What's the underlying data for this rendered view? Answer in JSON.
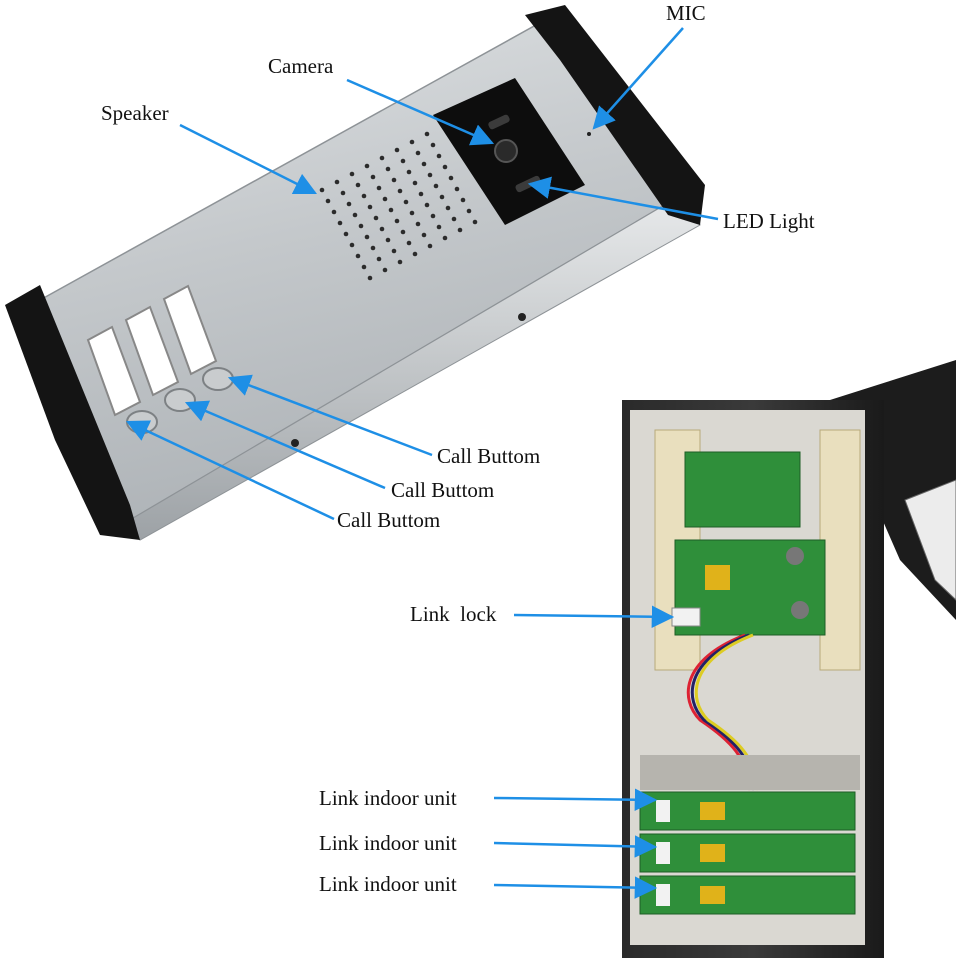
{
  "labels": {
    "mic": "MIC",
    "camera": "Camera",
    "speaker": "Speaker",
    "led_light": "LED Light",
    "call_button_1": "Call Buttom",
    "call_button_2": "Call Buttom",
    "call_button_3": "Call Buttom",
    "link_lock": "Link  lock",
    "link_indoor_unit_1": "Link indoor unit",
    "link_indoor_unit_2": "Link indoor unit",
    "link_indoor_unit_3": "Link indoor unit"
  },
  "colors": {
    "arrow": "#1e8fe6",
    "panel_silver": "#cfd3d6",
    "end_cap": "#141414",
    "pcb_green": "#2f8f3a",
    "enclosure": "#1b1b1b"
  }
}
